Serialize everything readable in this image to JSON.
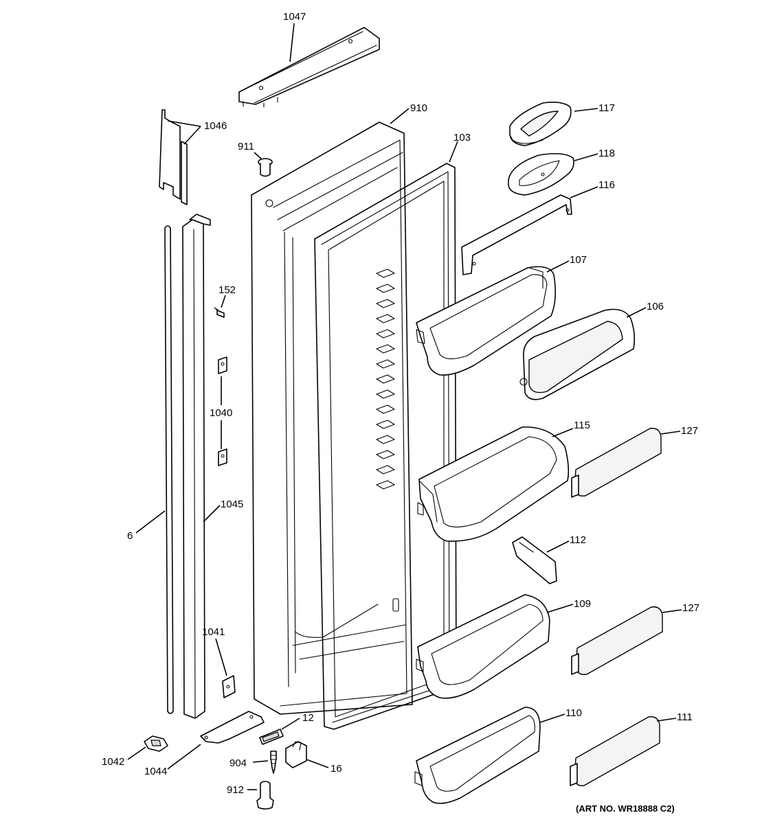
{
  "callouts": {
    "c1047": "1047",
    "c1046": "1046",
    "c910": "910",
    "c911": "911",
    "c103": "103",
    "c117": "117",
    "c118": "118",
    "c116": "116",
    "c107": "107",
    "c106": "106",
    "c152": "152",
    "c1040": "1040",
    "c115": "115",
    "c127a": "127",
    "c1045": "1045",
    "c6": "6",
    "c112": "112",
    "c109": "109",
    "c127b": "127",
    "c1041": "1041",
    "c110": "110",
    "c111": "111",
    "c12": "12",
    "c904": "904",
    "c16": "16",
    "c1042": "1042",
    "c1044": "1044",
    "c912": "912"
  },
  "art_number": "(ART NO. WR18888 C2)"
}
